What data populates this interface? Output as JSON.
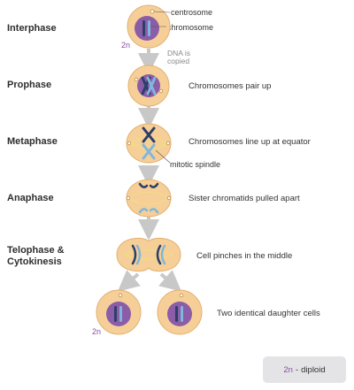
{
  "stages": [
    {
      "id": "interphase",
      "label": "Interphase",
      "description": ""
    },
    {
      "id": "prophase",
      "label": "Prophase",
      "description": "Chromosomes pair up"
    },
    {
      "id": "metaphase",
      "label": "Metaphase",
      "description": "Chromosomes line up at equator"
    },
    {
      "id": "anaphase",
      "label": "Anaphase",
      "description": "Sister chromatids pulled apart"
    },
    {
      "id": "telophase",
      "label_line1": "Telophase &",
      "label_line2": "Cytokinesis",
      "description": "Cell pinches in the middle"
    },
    {
      "id": "daughters",
      "label": "",
      "description": "Two identical daughter cells"
    }
  ],
  "callouts": {
    "centrosome": "centrosome",
    "chromosome": "chromosome",
    "mitotic_spindle": "mitotic spindle"
  },
  "notes": {
    "dna_line1": "DNA is",
    "dna_line2": "copied"
  },
  "ploidy_label": "2n",
  "legend": {
    "symbol": "2n",
    "dash": "-",
    "text": "diploid"
  },
  "colors": {
    "cell_fill": "#f6cf98",
    "cell_stroke": "#e3b070",
    "nucleus": "#8b5ca8",
    "chromosome_dark": "#2c3f69",
    "chromosome_light": "#7fb6dc",
    "arrow": "#c8c8c8",
    "spindle": "#f0e080"
  }
}
